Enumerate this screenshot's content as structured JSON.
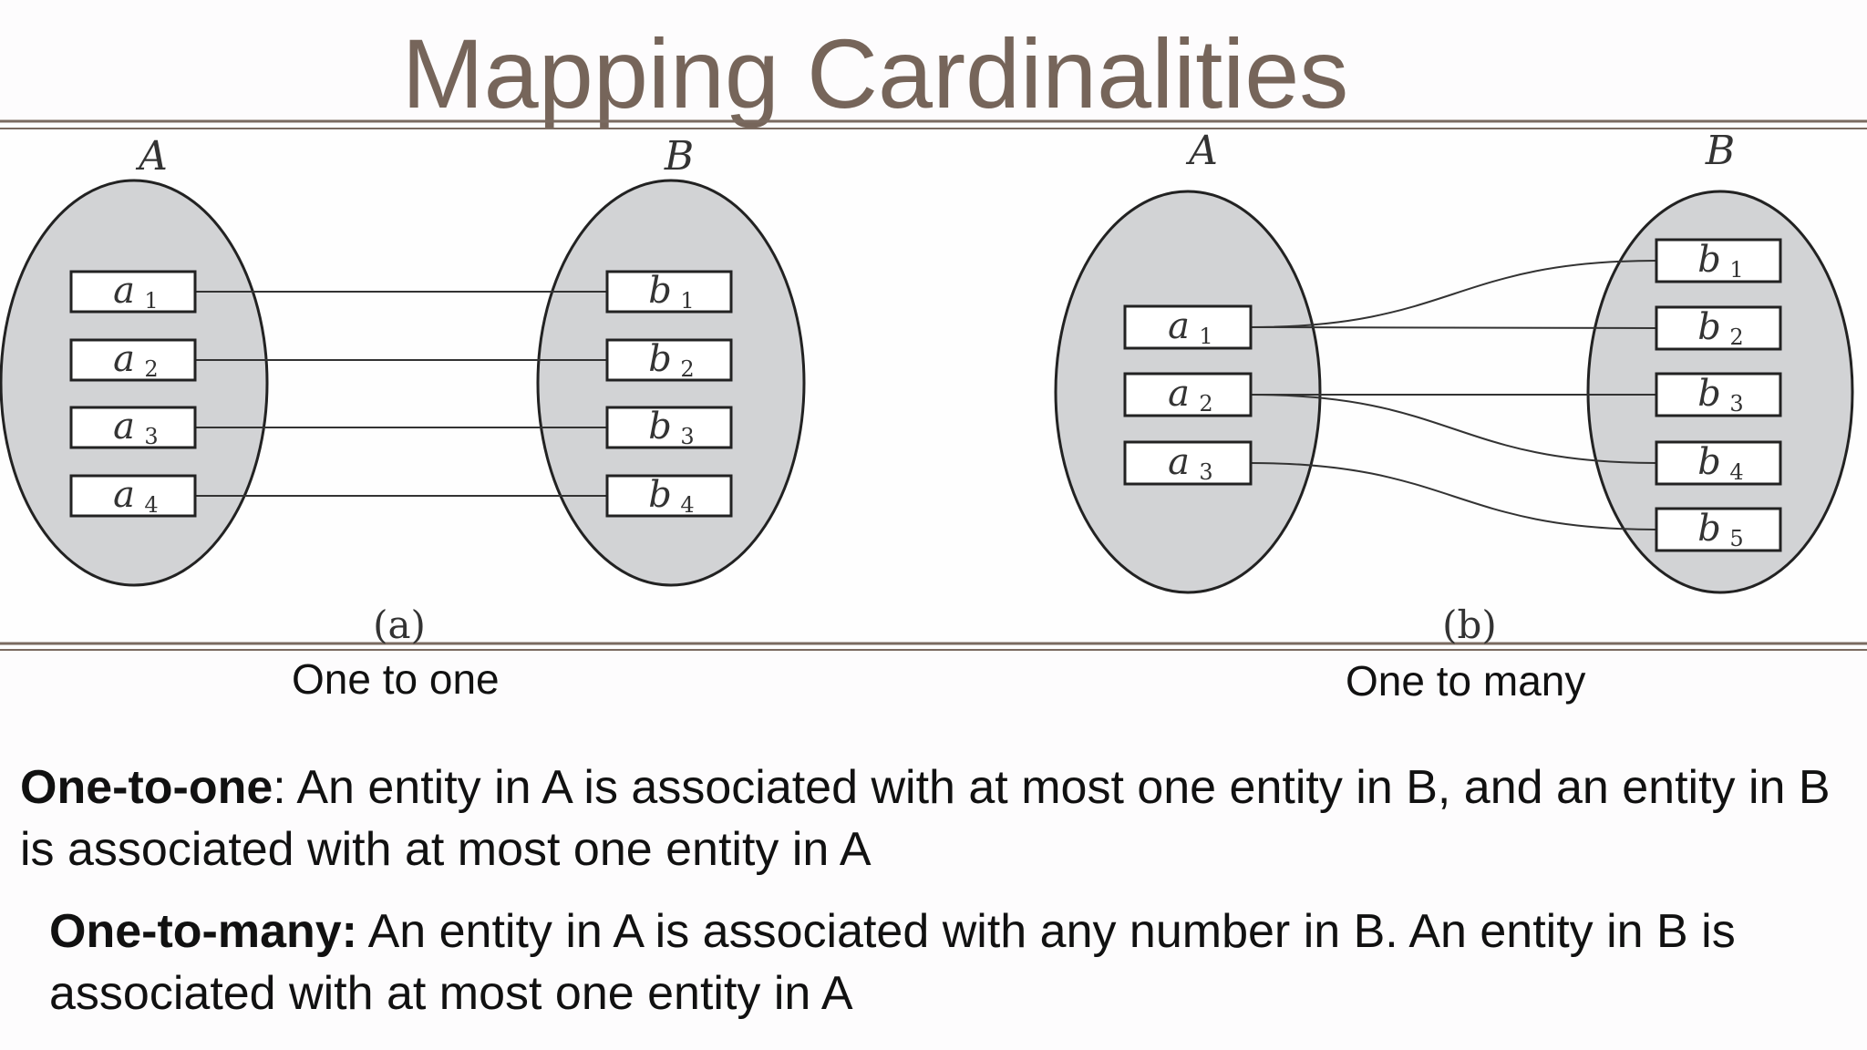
{
  "title": "Mapping Cardinalities",
  "panels": [
    {
      "tag": "(a)",
      "caption": "One to one",
      "set_a": {
        "name": "A",
        "elements": [
          {
            "base": "a",
            "sub": "1"
          },
          {
            "base": "a",
            "sub": "2"
          },
          {
            "base": "a",
            "sub": "3"
          },
          {
            "base": "a",
            "sub": "4"
          }
        ]
      },
      "set_b": {
        "name": "B",
        "elements": [
          {
            "base": "b",
            "sub": "1"
          },
          {
            "base": "b",
            "sub": "2"
          },
          {
            "base": "b",
            "sub": "3"
          },
          {
            "base": "b",
            "sub": "4"
          }
        ]
      },
      "links": [
        [
          0,
          0
        ],
        [
          1,
          1
        ],
        [
          2,
          2
        ],
        [
          3,
          3
        ]
      ]
    },
    {
      "tag": "(b)",
      "caption": "One to many",
      "set_a": {
        "name": "A",
        "elements": [
          {
            "base": "a",
            "sub": "1"
          },
          {
            "base": "a",
            "sub": "2"
          },
          {
            "base": "a",
            "sub": "3"
          }
        ]
      },
      "set_b": {
        "name": "B",
        "elements": [
          {
            "base": "b",
            "sub": "1"
          },
          {
            "base": "b",
            "sub": "2"
          },
          {
            "base": "b",
            "sub": "3"
          },
          {
            "base": "b",
            "sub": "4"
          },
          {
            "base": "b",
            "sub": "5"
          }
        ]
      },
      "links": [
        [
          0,
          0
        ],
        [
          0,
          1
        ],
        [
          1,
          2
        ],
        [
          1,
          3
        ],
        [
          2,
          4
        ]
      ]
    }
  ],
  "definitions": {
    "one_to_one": {
      "term": "One-to-one",
      "text": ": An entity in A is associated with at most one entity in B, and an entity in B is associated with at most one entity in A"
    },
    "one_to_many": {
      "term": "One-to-many:",
      "text": " An entity in A is associated with any number in B. An entity in B is associated with at most one entity in A"
    }
  },
  "colors": {
    "title": "#76655a",
    "rule": "#7a6a60",
    "set_fill": "#d2d3d5",
    "set_stroke": "#222222",
    "box_fill": "#ffffff",
    "line": "#333333",
    "text": "#111111"
  }
}
